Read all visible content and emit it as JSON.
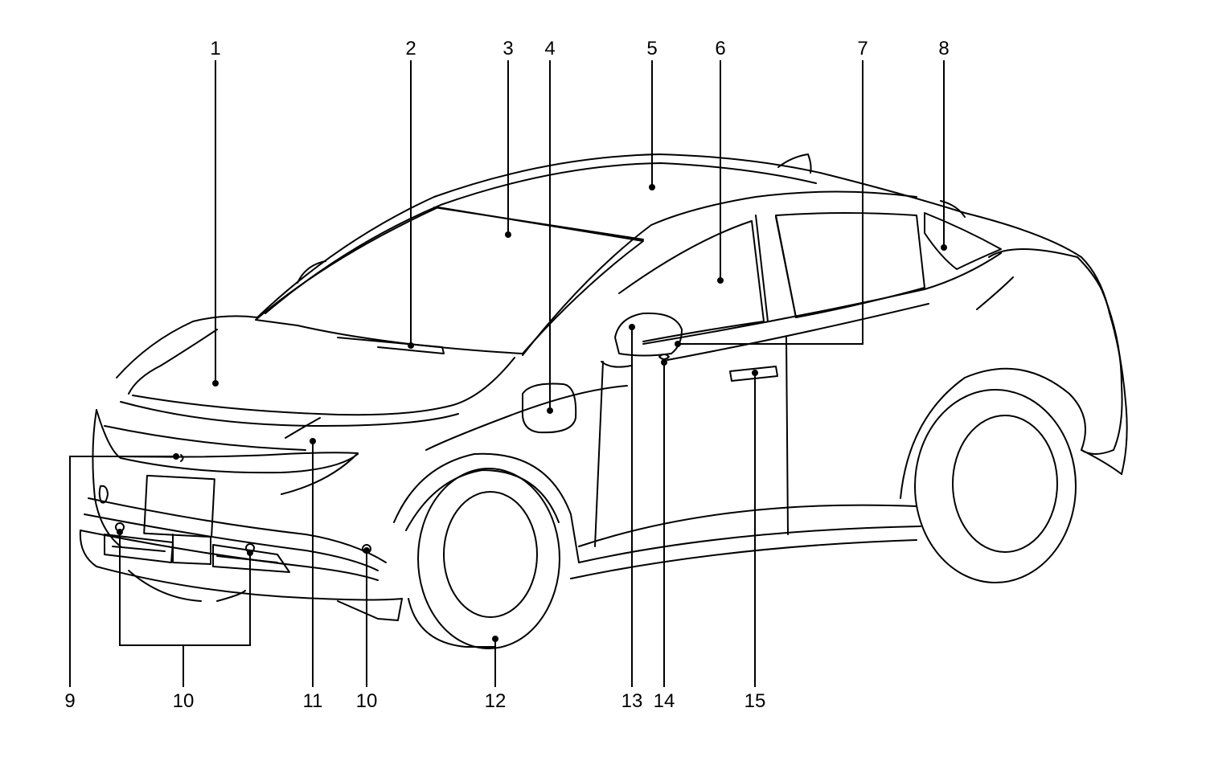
{
  "callouts": [
    {
      "id": "c1",
      "label": "1"
    },
    {
      "id": "c2",
      "label": "2"
    },
    {
      "id": "c3",
      "label": "3"
    },
    {
      "id": "c4",
      "label": "4"
    },
    {
      "id": "c5",
      "label": "5"
    },
    {
      "id": "c6",
      "label": "6"
    },
    {
      "id": "c7",
      "label": "7"
    },
    {
      "id": "c8",
      "label": "8"
    },
    {
      "id": "c9",
      "label": "9"
    },
    {
      "id": "c10a",
      "label": "10"
    },
    {
      "id": "c10b",
      "label": "10"
    },
    {
      "id": "c11",
      "label": "11"
    },
    {
      "id": "c12",
      "label": "12"
    },
    {
      "id": "c13",
      "label": "13"
    },
    {
      "id": "c14",
      "label": "14"
    },
    {
      "id": "c15",
      "label": "15"
    }
  ]
}
